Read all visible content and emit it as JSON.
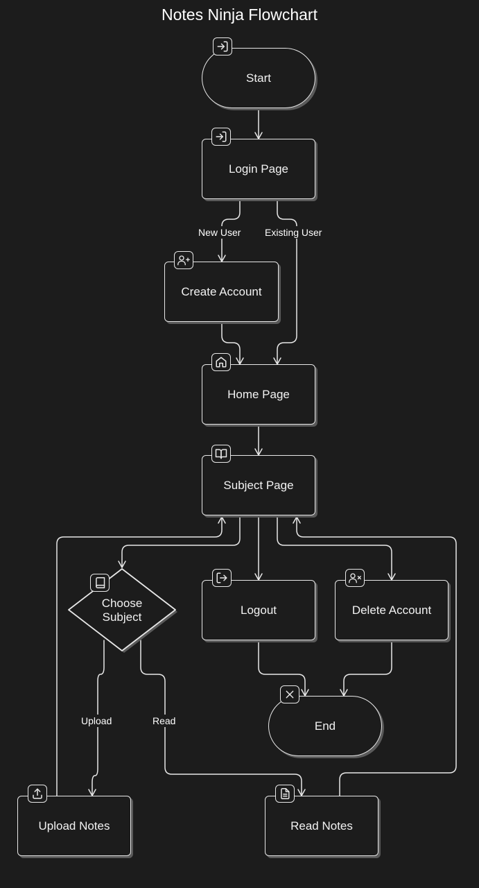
{
  "title": "Notes Ninja Flowchart",
  "nodes": {
    "start": "Start",
    "login": "Login Page",
    "create_account": "Create Account",
    "home": "Home Page",
    "subject": "Subject Page",
    "choose_subject": "Choose\nSubject",
    "logout": "Logout",
    "delete_account": "Delete Account",
    "end": "End",
    "upload_notes": "Upload Notes",
    "read_notes": "Read Notes"
  },
  "edge_labels": {
    "new_user": "New User",
    "existing_user": "Existing User",
    "upload": "Upload",
    "read": "Read"
  },
  "icons": {
    "start": "login-arrow-icon",
    "login": "login-arrow-icon",
    "create_account": "user-plus-icon",
    "home": "home-icon",
    "subject": "book-open-icon",
    "choose_subject": "book-icon",
    "logout": "logout-arrow-icon",
    "delete_account": "user-x-icon",
    "end": "close-icon",
    "upload_notes": "upload-icon",
    "read_notes": "document-icon"
  },
  "colors": {
    "background": "#1c1c1c",
    "stroke": "#e8e8e8",
    "text": "#f2f2f2",
    "shadow": "#5a5a5a"
  }
}
